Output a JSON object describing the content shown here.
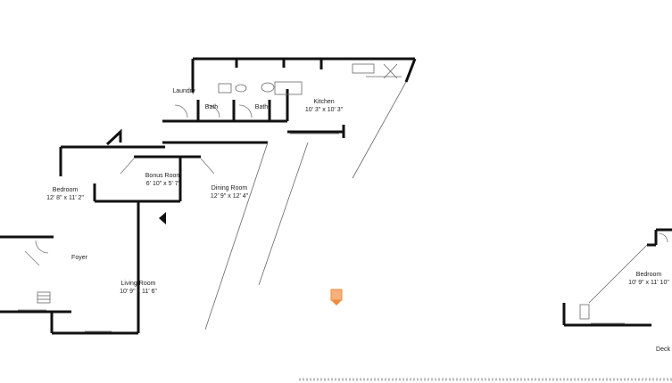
{
  "rooms": {
    "kitchen": {
      "name": "Kitchen",
      "dim": "10' 3\" x 10' 3\""
    },
    "laundry": {
      "name": "Laundry"
    },
    "bath1": {
      "name": "Bath"
    },
    "bath2": {
      "name": "Bath"
    },
    "bonus": {
      "name": "Bonus Room",
      "dim": "6' 10\" x 5' 7\""
    },
    "bedroom1": {
      "name": "Bedroom",
      "dim": "12' 8\" x 11' 2\""
    },
    "dining": {
      "name": "Dining Room",
      "dim": "12' 9\" x 12' 4\""
    },
    "foyer": {
      "name": "Foyer"
    },
    "living": {
      "name": "Living Room",
      "dim": "10' 9\" x 11' 6\""
    },
    "bedroom2": {
      "name": "Bedroom",
      "dim": "10' 9\" x 11' 10\""
    },
    "deck": {
      "name": "Deck"
    }
  },
  "colors": {
    "wall": "#111111",
    "marker": "#f08a3c"
  },
  "icons": [
    "compass-marker-icon"
  ]
}
